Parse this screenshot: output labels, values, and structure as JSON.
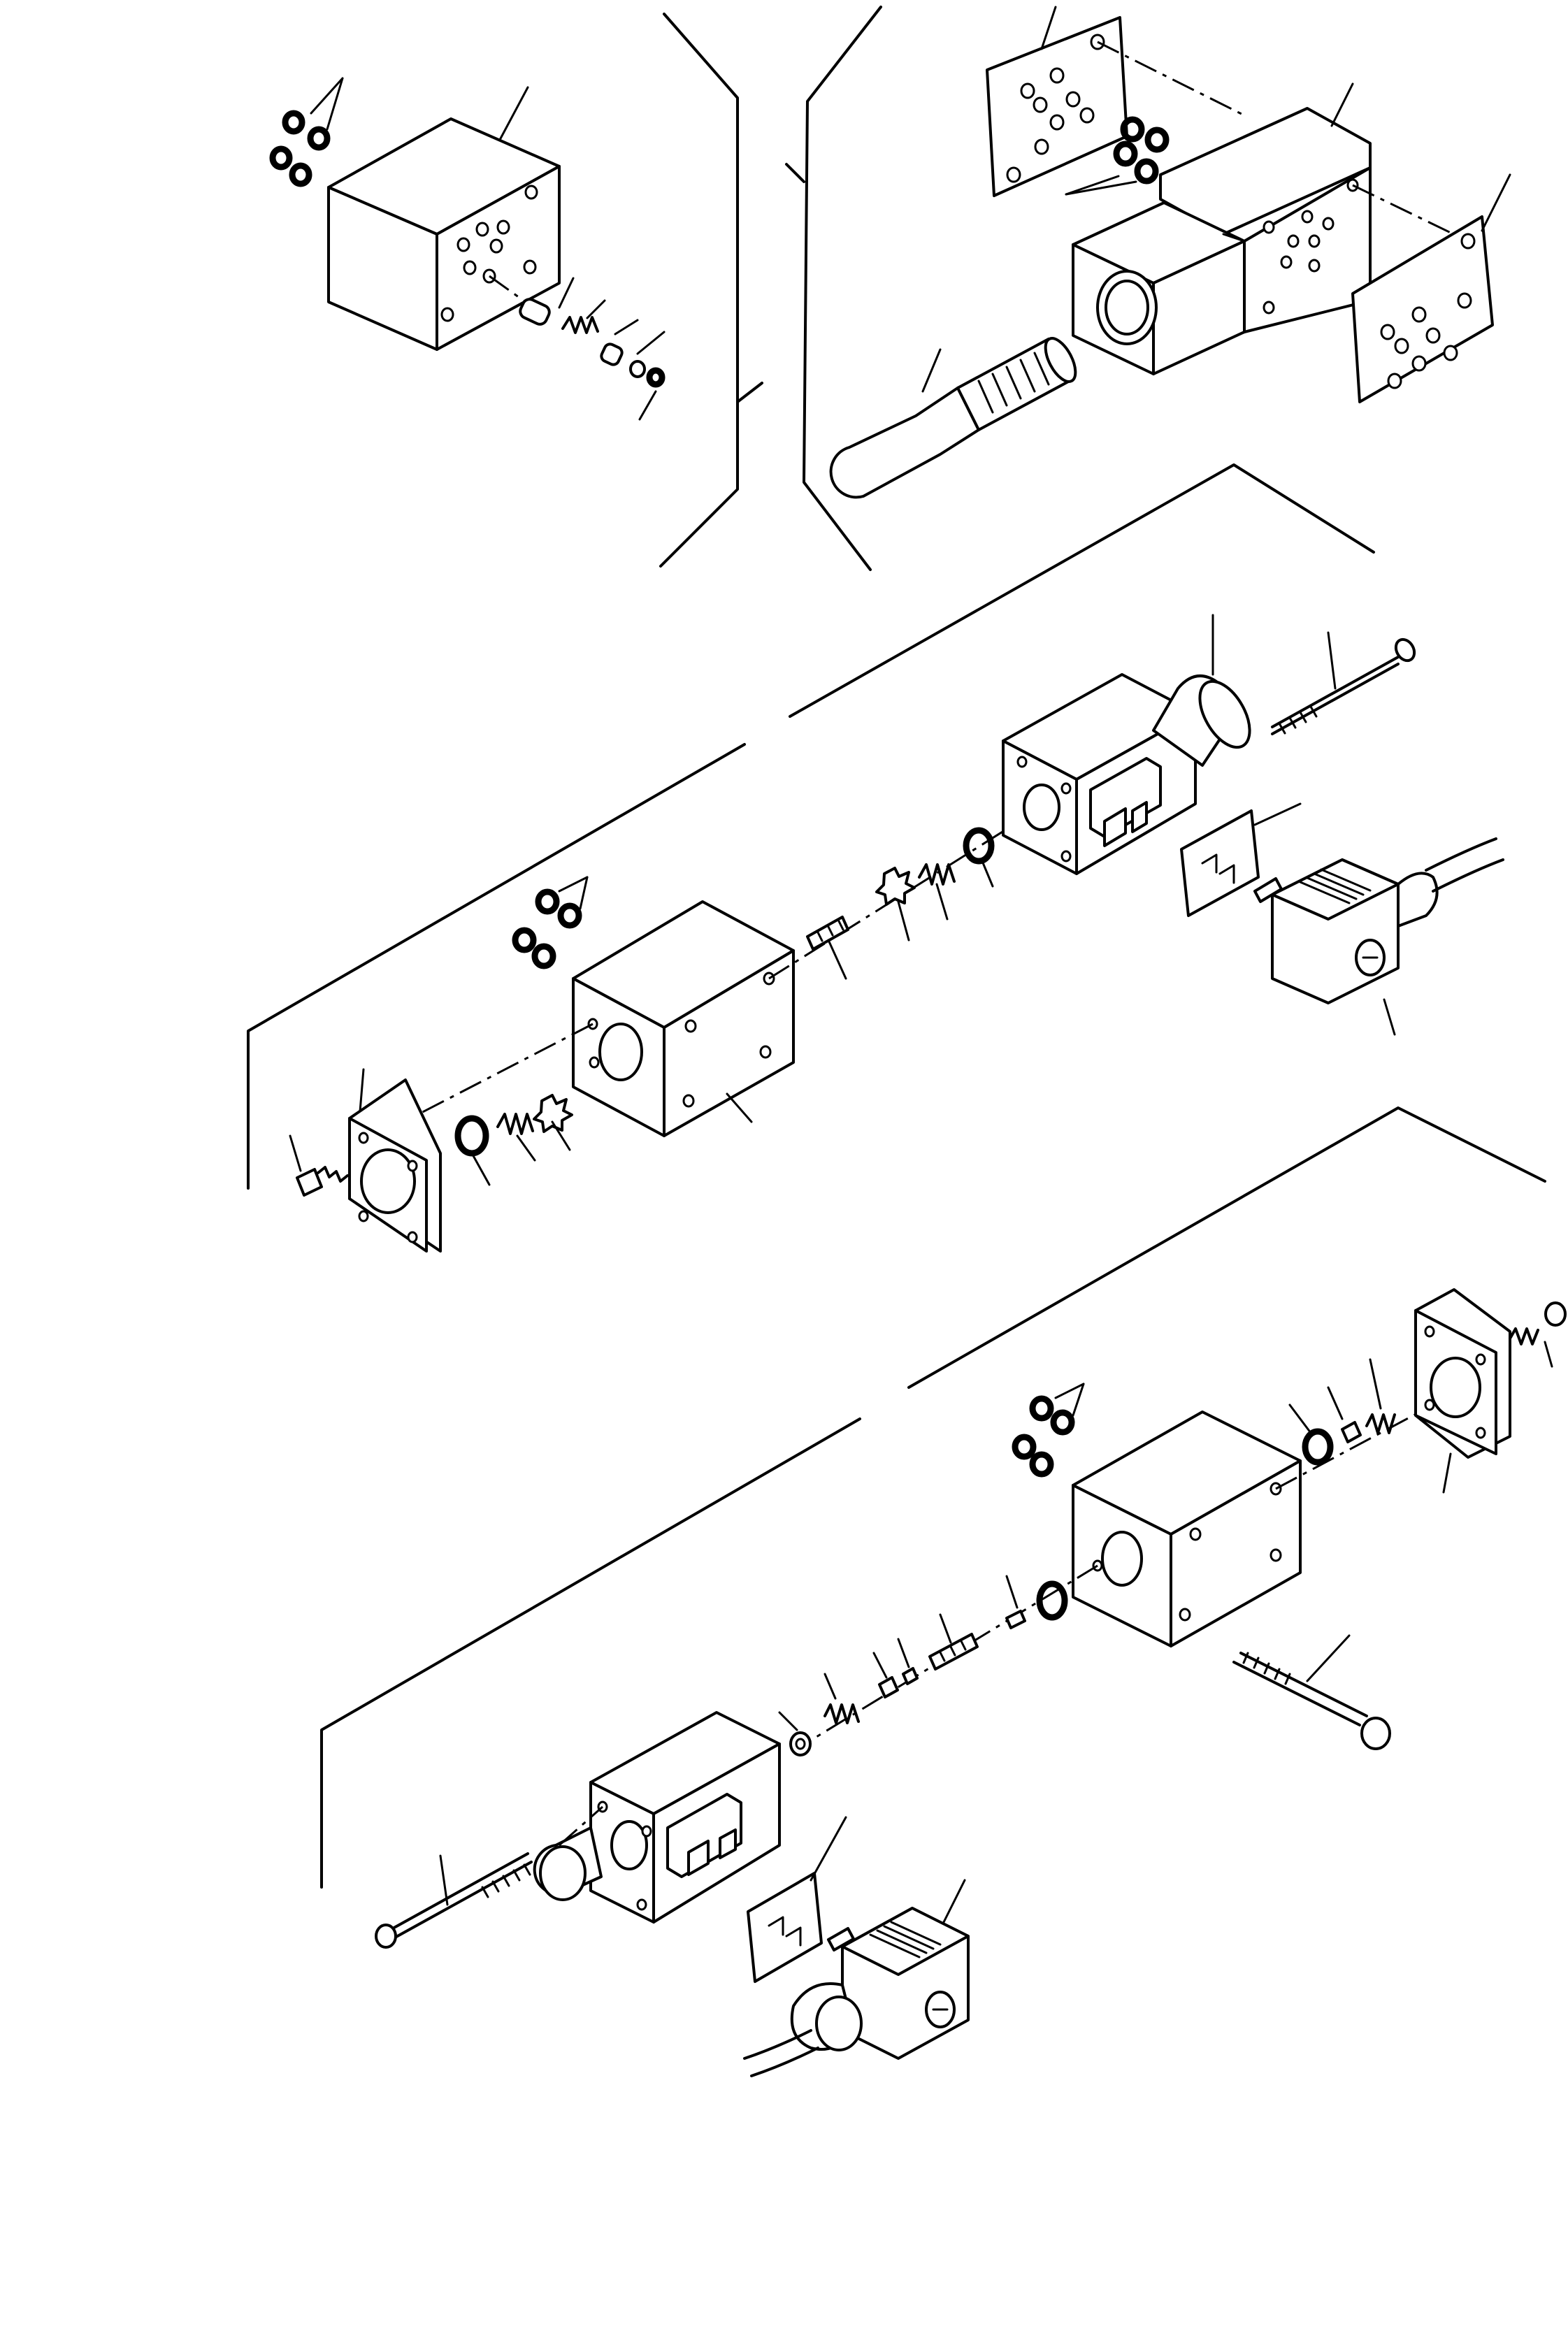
{
  "drawing": {
    "kind": "exploded parts view",
    "views": [
      {
        "part": "valve-block-top-left"
      },
      {
        "part": "valve-body-top-right"
      },
      {
        "part": "solenoid-valve-middle"
      },
      {
        "part": "solenoid-valve-bottom"
      }
    ]
  }
}
